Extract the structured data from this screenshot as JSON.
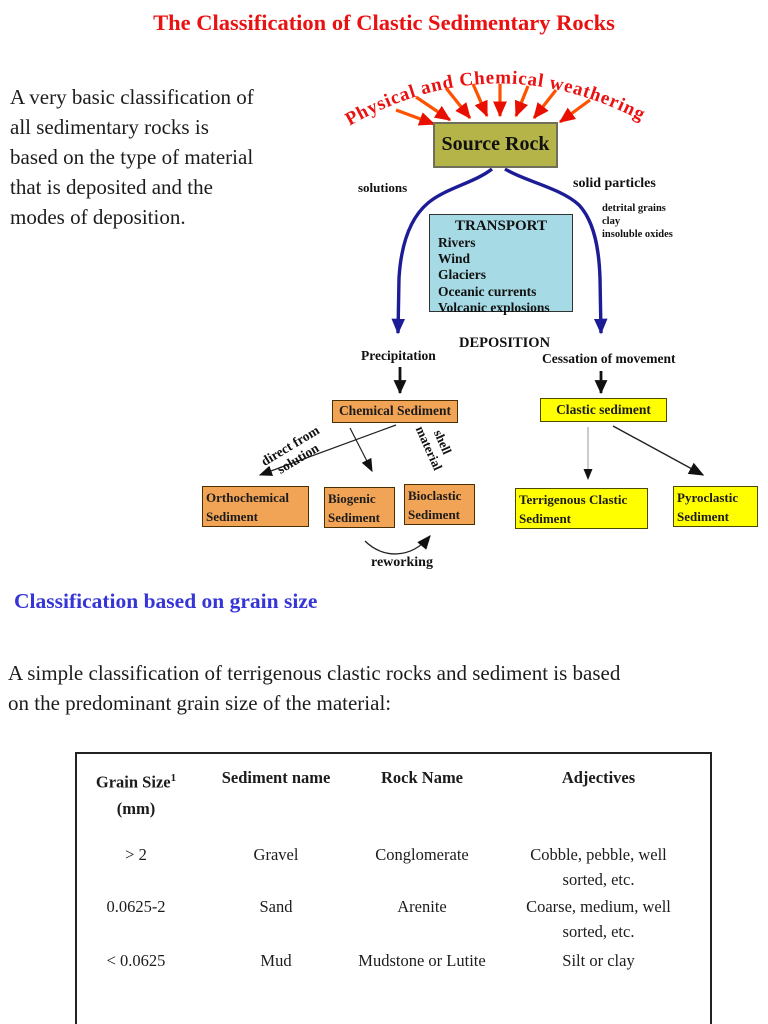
{
  "page": {
    "title": "The Classification of Clastic Sedimentary Rocks",
    "intro_lines": [
      "A very basic classification of",
      "all sedimentary rocks is",
      "based on the type of material",
      "that is deposited and the",
      "modes of deposition."
    ],
    "section_heading": "Classification based on grain size",
    "section_intro_lines": [
      "A simple classification of terrigenous clastic rocks and sediment is based",
      "on the predominant grain size of the material:"
    ]
  },
  "diagram": {
    "arc_label": "Physical and Chemical weathering",
    "source_rock_label": "Source Rock",
    "solutions_label": "solutions",
    "solid_particles_label": "solid particles",
    "particles": [
      "detrital grains",
      "clay",
      "insoluble oxides"
    ],
    "transport_title": "TRANSPORT",
    "transport_items": [
      "Rivers",
      "Wind",
      "Glaciers",
      "Oceanic currents",
      "Volcanic explosions"
    ],
    "deposition_label": "DEPOSITION",
    "precipitation_label": "Precipitation",
    "cessation_label": "Cessation of movement",
    "chemical_sediment_label": "Chemical Sediment",
    "clastic_sediment_label": "Clastic sediment",
    "direct_from_solution_label": "direct from solution",
    "shell_material_label": "shell material",
    "orthochemical_label": "Orthochemical Sediment",
    "biogenic_label": "Biogenic Sediment",
    "bioclastic_label": "Bioclastic Sediment",
    "terrigenous_label": "Terrigenous Clastic Sediment",
    "pyroclastic_label": "Pyroclastic Sediment",
    "reworking_label": "reworking",
    "colors": {
      "title_red": "#ea1111",
      "heading_blue": "#3535d8",
      "source_rock_fill": "#b5b449",
      "transport_fill": "#a6dae4",
      "chemical_fill": "#f2a456",
      "clastic_fill": "#ffff00",
      "navy_arrow": "#1c1c96",
      "weathering_arrow": "#ff5200"
    }
  },
  "table": {
    "headers": {
      "grain_size": "Grain Size",
      "grain_size_sup": "1",
      "grain_size_unit": "(mm)",
      "sediment": "Sediment name",
      "rock": "Rock Name",
      "adjectives": "Adjectives"
    },
    "rows": [
      {
        "grain_size": "> 2",
        "sediment": "Gravel",
        "rock": "Conglomerate",
        "adjectives": "Cobble, pebble, well sorted, etc."
      },
      {
        "grain_size": "0.0625-2",
        "sediment": "Sand",
        "rock": "Arenite",
        "adjectives": "Coarse, medium, well sorted, etc."
      },
      {
        "grain_size": "< 0.0625",
        "sediment": "Mud",
        "rock": "Mudstone or Lutite",
        "adjectives": "Silt or clay"
      }
    ]
  }
}
